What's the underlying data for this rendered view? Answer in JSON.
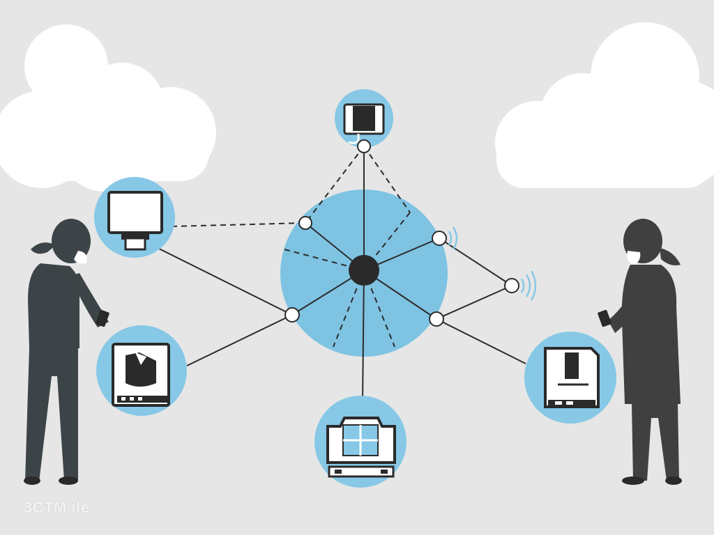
{
  "watermark": {
    "text": "3CTM.ile"
  },
  "colors": {
    "background": "#e6e6e6",
    "cloud": "#ffffff",
    "hub": "#7fc3e3",
    "node_circle": "#86c8e6",
    "device": "#2a2a2a",
    "person": "#3d4447",
    "person_right": "#404040",
    "line": "#2b2b2b",
    "node_dot": "#ffffff"
  },
  "devices": [
    {
      "name": "top-device",
      "icon": "tablet-icon"
    },
    {
      "name": "left-device",
      "icon": "monitor-icon"
    },
    {
      "name": "left-bottom-device",
      "icon": "document-icon"
    },
    {
      "name": "bottom-device",
      "icon": "window-screen-icon"
    },
    {
      "name": "right-device",
      "icon": "document-icon"
    }
  ],
  "people": [
    {
      "name": "person-left",
      "icon": "person-with-phone-icon"
    },
    {
      "name": "person-right",
      "icon": "person-with-phone-icon"
    }
  ],
  "signals": [
    {
      "name": "signal-node-1",
      "icon": "wifi-signal-icon"
    },
    {
      "name": "signal-node-2",
      "icon": "wifi-signal-icon"
    }
  ]
}
